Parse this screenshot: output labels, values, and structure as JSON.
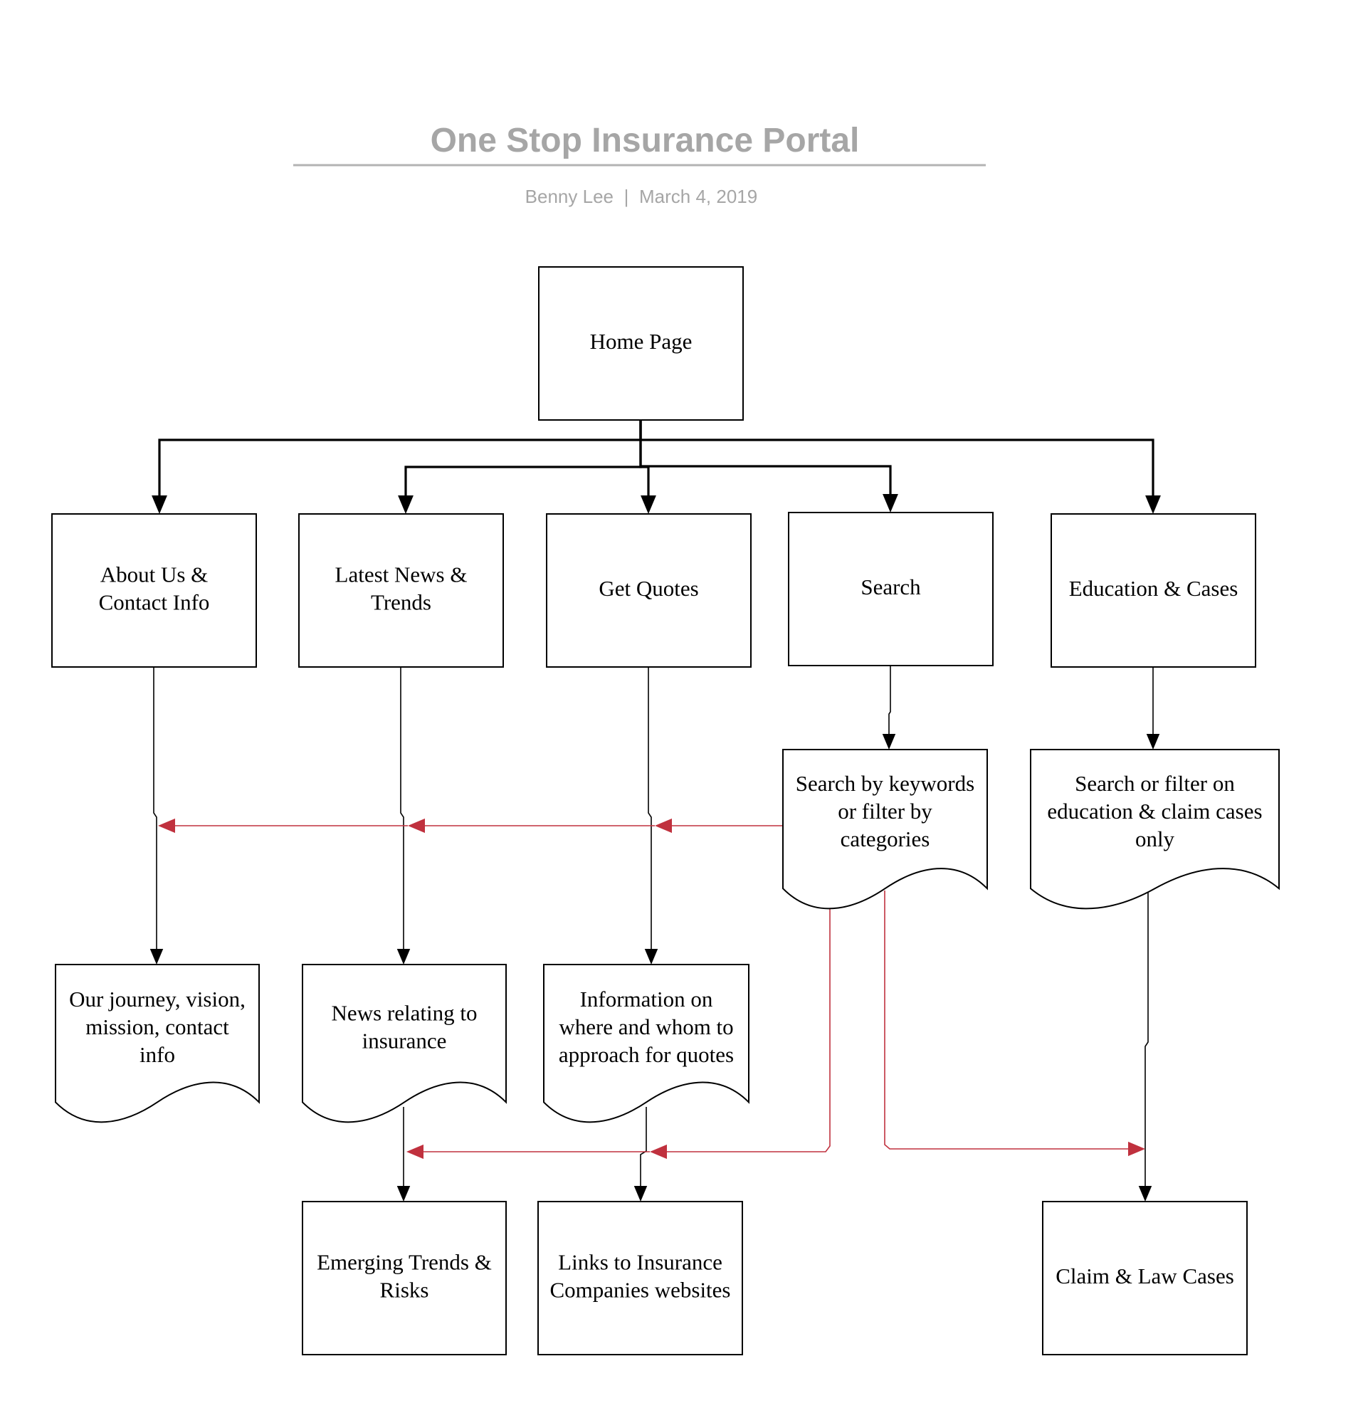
{
  "header": {
    "title": "One Stop Insurance Portal",
    "author": "Benny Lee",
    "separator": "|",
    "date": "March 4, 2019"
  },
  "colors": {
    "header_text": "#a6a6a6",
    "node_border": "#000000",
    "primary_edge": "#000000",
    "cross_link_edge": "#c0313e"
  },
  "nodes": {
    "home": {
      "shape": "rectangle",
      "lines": [
        "Home Page"
      ]
    },
    "about": {
      "shape": "rectangle",
      "lines": [
        "About Us &",
        "Contact Info"
      ]
    },
    "news": {
      "shape": "rectangle",
      "lines": [
        "Latest News &",
        "Trends"
      ]
    },
    "quotes": {
      "shape": "rectangle",
      "lines": [
        "Get Quotes"
      ]
    },
    "search": {
      "shape": "rectangle",
      "lines": [
        "Search"
      ]
    },
    "education": {
      "shape": "rectangle",
      "lines": [
        "Education & Cases"
      ]
    },
    "search_doc": {
      "shape": "document",
      "lines": [
        "Search by keywords",
        "or filter by",
        "categories"
      ]
    },
    "edu_doc": {
      "shape": "document",
      "lines": [
        "Search or filter on",
        "education & claim cases",
        "only"
      ]
    },
    "journey_doc": {
      "shape": "document",
      "lines": [
        "Our journey, vision,",
        "mission, contact",
        "info"
      ]
    },
    "news_doc": {
      "shape": "document",
      "lines": [
        "News relating to",
        "insurance"
      ]
    },
    "quotes_doc": {
      "shape": "document",
      "lines": [
        "Information on",
        "where and whom to",
        "approach for quotes"
      ]
    },
    "trends": {
      "shape": "rectangle",
      "lines": [
        "Emerging Trends &",
        "Risks"
      ]
    },
    "links": {
      "shape": "rectangle",
      "lines": [
        "Links to Insurance",
        "Companies websites"
      ]
    },
    "claims": {
      "shape": "rectangle",
      "lines": [
        "Claim & Law Cases"
      ]
    }
  },
  "edges": [
    {
      "from": "home",
      "to": "about",
      "style": "primary"
    },
    {
      "from": "home",
      "to": "news",
      "style": "primary"
    },
    {
      "from": "home",
      "to": "quotes",
      "style": "primary"
    },
    {
      "from": "home",
      "to": "search",
      "style": "primary"
    },
    {
      "from": "home",
      "to": "education",
      "style": "primary"
    },
    {
      "from": "about",
      "to": "journey_doc",
      "style": "secondary"
    },
    {
      "from": "news",
      "to": "news_doc",
      "style": "secondary"
    },
    {
      "from": "quotes",
      "to": "quotes_doc",
      "style": "secondary"
    },
    {
      "from": "search",
      "to": "search_doc",
      "style": "secondary"
    },
    {
      "from": "education",
      "to": "edu_doc",
      "style": "secondary"
    },
    {
      "from": "news_doc",
      "to": "trends",
      "style": "secondary"
    },
    {
      "from": "quotes_doc",
      "to": "links",
      "style": "secondary"
    },
    {
      "from": "edu_doc",
      "to": "claims",
      "style": "secondary"
    },
    {
      "from": "search_doc",
      "to": "quotes",
      "style": "cross-link"
    },
    {
      "from": "search_doc",
      "to": "news",
      "style": "cross-link"
    },
    {
      "from": "search_doc",
      "to": "about",
      "style": "cross-link"
    },
    {
      "from": "search_doc",
      "to": "links",
      "style": "cross-link"
    },
    {
      "from": "search_doc",
      "to": "trends",
      "style": "cross-link"
    },
    {
      "from": "search_doc",
      "to": "claims",
      "style": "cross-link"
    }
  ]
}
